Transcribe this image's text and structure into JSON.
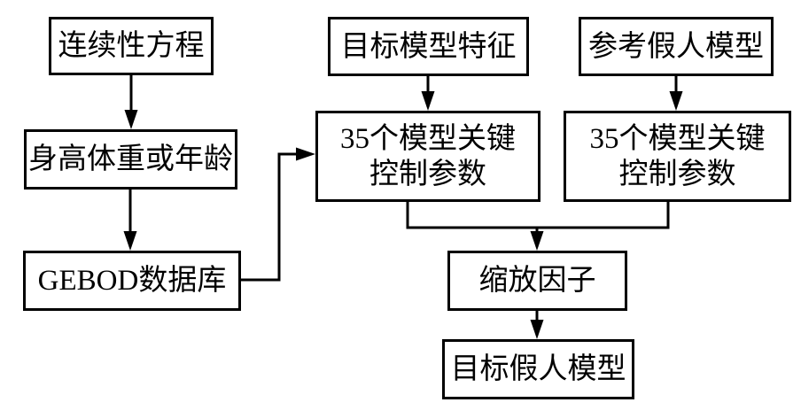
{
  "diagram": {
    "title": "GEBOD dummy model scaling flowchart",
    "colors": {
      "line": "#000000",
      "box_border": "#000000",
      "background": "#ffffff",
      "text": "#000000"
    },
    "nodes": {
      "continuity": {
        "label": "连续性方程"
      },
      "height_weight": {
        "label": "身高体重或年龄"
      },
      "gebod": {
        "label": "GEBOD数据库"
      },
      "target_features": {
        "label": "目标模型特征"
      },
      "target_params": {
        "line1": "35个模型关键",
        "line2": "控制参数"
      },
      "reference_dummy": {
        "label": "参考假人模型"
      },
      "reference_params": {
        "line1": "35个模型关键",
        "line2": "控制参数"
      },
      "scale_factor": {
        "label": "缩放因子"
      },
      "target_dummy": {
        "label": "目标假人模型"
      }
    }
  }
}
